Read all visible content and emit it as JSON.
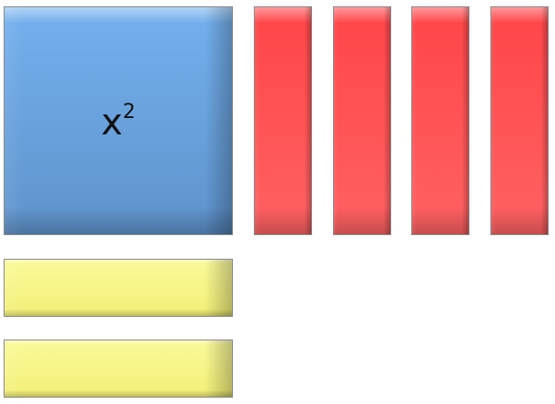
{
  "tiles": {
    "x_squared": {
      "label_base": "x",
      "label_exponent": "2",
      "count": 1,
      "color": "#6aa3de"
    },
    "x_tiles": {
      "count": 4,
      "color": "#ff4f52"
    },
    "yellow_tiles": {
      "count": 2,
      "color": "#f6f585"
    }
  }
}
